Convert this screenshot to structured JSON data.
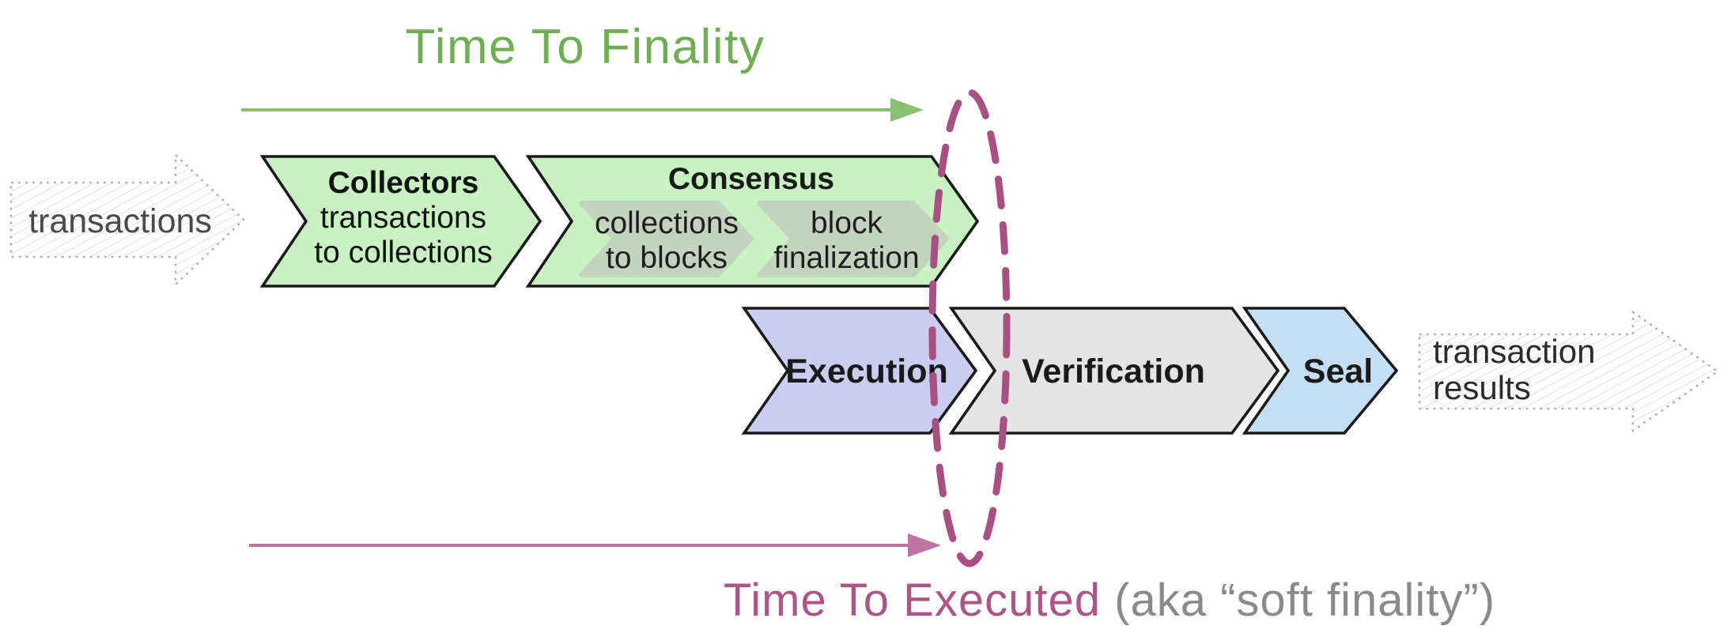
{
  "diagram": {
    "kind": "pipeline-flow-diagram",
    "top": {
      "title": "Time To Finality"
    },
    "bottom": {
      "title": "Time To Executed",
      "subtitle": "(aka “soft finality”)"
    },
    "input_arrow": {
      "label": "transactions"
    },
    "output_arrow": {
      "line1": "transaction",
      "line2": "results"
    },
    "stages": {
      "collectors": {
        "title": "Collectors",
        "line1": "transactions",
        "line2": "to collections"
      },
      "consensus": {
        "title": "Consensus",
        "sub1_line1": "collections",
        "sub1_line2": "to blocks",
        "sub2_line1": "block",
        "sub2_line2": "finalization"
      },
      "execution": {
        "title": "Execution"
      },
      "verification": {
        "title": "Verification"
      },
      "seal": {
        "title": "Seal"
      }
    },
    "colors": {
      "green_text": "#6fae53",
      "green_arrow": "#8abf70",
      "pink_arrow": "#bd76a4",
      "plum_ellipse": "#a85084",
      "plum_text": "#ad5586",
      "gray_subtitle": "#8a8a8a",
      "chevron_green": "#c9f2c3",
      "chevron_sub_green": "#c2d4bd",
      "chevron_purple": "#ccccf2",
      "chevron_gray": "#e4e4e4",
      "chevron_blue": "#c4def6",
      "chevron_border": "#1a1a1a",
      "sketch_gray": "#b4b4b4"
    }
  }
}
